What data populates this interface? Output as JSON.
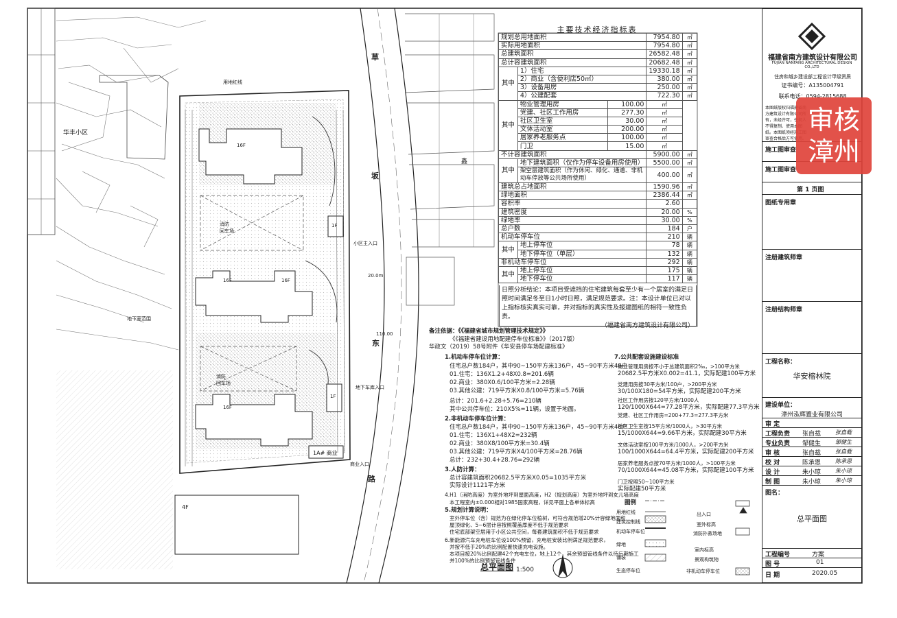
{
  "drawing": {
    "road_north": [
      "草",
      "坂"
    ],
    "road_south": [
      "东",
      "路"
    ],
    "neighbor_label": "华丰小区",
    "neighbor_north_label": "鑫",
    "site_labels": {
      "fire_yard_1": "消防\n回车场",
      "fire_yard_2": "消防\n回车场",
      "gate_north": "小区主入口",
      "gate_parking": "地下车库入口",
      "gate_shop": "商业入口",
      "underground_line": "地下室范围",
      "redline": "用地红线",
      "road_width_1": "20.0m",
      "road_width_2": "110.00",
      "building_4f": "4F",
      "tower_1": "16F",
      "tower_2": "16F",
      "tower_3": "16F",
      "tower_4": "16F",
      "block_1f": "1F",
      "block_1f2": "1F",
      "shop": "1A#  商业"
    }
  },
  "indicators": {
    "title": "主要技术经济指标表",
    "rows": [
      [
        "规划总用地面积",
        "7954.80",
        "㎡"
      ],
      [
        "实际用地面积",
        "7954.80",
        "㎡"
      ],
      [
        "总建筑面积",
        "26582.48",
        "㎡"
      ],
      [
        "总计容建筑面积",
        "20682.48",
        "㎡"
      ],
      [
        "1）住宅",
        "19330.18",
        "㎡"
      ],
      [
        "2）商业（含便利店50㎡）",
        "380.00",
        "㎡"
      ],
      [
        "3）设备用房",
        "250.00",
        "㎡"
      ],
      [
        "4）公建配套",
        "722.30",
        "㎡"
      ],
      [
        "物业管理用房",
        "100.00",
        "㎡"
      ],
      [
        "党建、社区工作用房",
        "277.30",
        "㎡"
      ],
      [
        "社区卫生室",
        "30.00",
        "㎡"
      ],
      [
        "文体活动室",
        "200.00",
        "㎡"
      ],
      [
        "居家养老服务点",
        "100.00",
        "㎡"
      ],
      [
        "门卫",
        "15.00",
        "㎡"
      ],
      [
        "不计容建筑面积",
        "5900.00",
        "㎡"
      ],
      [
        "地下建筑面积（仅作为停车设备用房使用）",
        "5500.00",
        "㎡"
      ],
      [
        "架空层建筑面积（作为休闲、绿化、通道、非机动车停放等公共场所使用）",
        "400.00",
        "㎡"
      ],
      [
        "建筑总占地面积",
        "1590.96",
        "㎡"
      ],
      [
        "绿地面积",
        "2386.44",
        "㎡"
      ],
      [
        "容积率",
        "2.60",
        ""
      ],
      [
        "建筑密度",
        "20.00",
        "%"
      ],
      [
        "绿地率",
        "30.00",
        "%"
      ],
      [
        "总户数",
        "184",
        "户"
      ],
      [
        "机动车停车位",
        "210",
        "辆"
      ],
      [
        "地上停车位",
        "78",
        "辆"
      ],
      [
        "地下停车位（单层）",
        "132",
        "辆"
      ],
      [
        "非机动车停车位",
        "292",
        "辆"
      ],
      [
        "地上停车位",
        "175",
        "辆"
      ],
      [
        "地下停车位",
        "117",
        "辆"
      ]
    ],
    "group_label_1": "其中",
    "group_label_2": "其中",
    "group_label_3": "其中",
    "group_label_4": "其中",
    "group_label_5": "其中",
    "note": "日照分析结论：本项目受遮挡的住宅建筑每套至少有一个居室的满足日照时间满足冬至日1小时日照，满足规范要求。注：本设计单位已对以上指标核实真实可靠，并对指标的真实性及报建图纸的相符一致性负责。",
    "note_sign": "（福建省南方建筑设计有限公司）"
  },
  "notes": {
    "head": "备注依据：《《福建省城市规划管理技术规定》》",
    "head2": "《《福建省建设用地配建停车位标准》》（2017版）",
    "head3": "华政文（2019）58号附件《华安县停车场配建标准》",
    "s1": "1.机动车停车位计算：",
    "s1a": "住宅总户数184户，其中90~150平方米136户，45~90平方米48户",
    "s1b": "01.住宅：136X1.2+48X0.8=201.6辆",
    "s1c": "02.商业：380X0.6/100平方米=2.28辆",
    "s1d": "03.其他公建：719平方米X0.8/100平方米=5.76辆",
    "s1e": "总计：201.6+2.28+5.76=210辆",
    "s1f": "其中公共停车位：210X5%=11辆，设置于地面。",
    "s2": "2.非机动车停车位计算：",
    "s2a": "住宅总户数184户，其中90~150平方米136户，45~90平方米48户",
    "s2b": "01.住宅：136X1+48X2=232辆",
    "s2c": "02.商业：380X8/100平方米=30.4辆",
    "s2d": "03.其他公建：719平方米X4/100平方米=28.76辆",
    "s2e": "总计：232+30.4+28.76=292辆",
    "s3": "3.人防计算：",
    "s3a": "总计容建筑面积20682.5平方米X0.05=1035平方米",
    "s3b": "实际设计1121平方米",
    "s4": "4.H1（消防高度）为室外地坪到屋面高度，H2（规划高度）为室外地坪到女儿墙高度",
    "s4a": "本工程室内±0.000相对1985国家高程，详见平面上各单体标高",
    "s5": "5.规划计算说明：",
    "s5a": "室外停车位（含）规范为在绿化停车位植树，可符合规范增20%计容绿地面积",
    "s5b": "屋顶绿化、5~6层计容按照覆盖厚度不低于规范要求",
    "s5c": "住宅底部架空层用于小区公共空间，每套建筑面积不低于规范要求",
    "s6": "6.新能源汽车充电桩车位设100%预留，充电桩安装比例满足规范要求，",
    "s6a": "并按不低于20%的比例配置快速充电设施。",
    "s6b": "本项目按20%比例配建42个充电车位，地上12个，其余预留管线条件以待后期施工",
    "s6c": "并100%的比例预留管线条件",
    "plan_title": "总平面图",
    "plan_scale": "1:500",
    "c7": "7.公共配套设施建设标准",
    "c7a": "物业管理用房按不小于总建筑面积2‰，>100平方米",
    "c7b": "20682.5平方米X0.002=41.1，实际配建100平方米",
    "c7c": "党建用房按30平方米/100户，>200平方米",
    "c7d": "30/100X180=54平方米，实际配建200平方米",
    "c7e": "社区工作用房按120平方米/1000人",
    "c7f": "120/1000X644=77.28平方米，实际配建77.3平方米",
    "c7g": "党建、社区工作用房=200+77.3=277.3平方米",
    "c7h": "社区卫生室按15平方米/1000人，>30平方米",
    "c7i": "15/1000X644=9.66平方米，实际配建30平方米",
    "c7j": "文体活动室按100平方米/1000人，>200平方米",
    "c7k": "100/1000X644=64.4平方米，实际配建200平方米",
    "c7l": "居家养老服务点按70平方米/1000人，>100平方米",
    "c7m": "70/1000X644=45.08平方米，实际配建100平方米",
    "c7n": "门卫按照50~100平方米",
    "c7o": "实际配建50平方米",
    "legend_title": "图例",
    "legend": [
      "用地红线",
      "建筑控制线",
      "机动车停车位",
      "绿地",
      "铺装",
      "生态停车位",
      "非机动车停车位",
      "出入口",
      "室外标高",
      "消防扑救场地",
      "室内标高",
      "景观构筑物"
    ]
  },
  "titleblock": {
    "company": "福建省南方建筑设计有限公司",
    "company_en": "FUJIAN NANFANG ARCHITECTURAL DESIGN CO.,LTD",
    "cert_label": "住房和城乡建设部工程设计甲级资质",
    "cert_no": "证书编号：A135004791",
    "phone": "联系电话：0594-2815688",
    "stamp": "审核 漳州",
    "notes_small": "本图纸版权归福建省南方建筑设计有限公司所有，未经许可，任何人不得复制、使用本图纸。本图纸须经施工图审查合格后方可使用。",
    "r1": "施工图审查",
    "r2": "施工图审查",
    "page": "第 1 页图",
    "section1": "图纸专用章",
    "section2": "注册建筑师章",
    "section3": "注册结构师章",
    "project_label": "工程名称：",
    "project": "华安榕林院",
    "client_label": "建设单位：",
    "client": "漳州泓辉置业有限公司",
    "staff": [
      {
        "role": "审    定",
        "name": "",
        "sig": ""
      },
      {
        "role": "工程负责",
        "name": "张自载",
        "sig": "张自载"
      },
      {
        "role": "专业负责",
        "name": "邹健生",
        "sig": "邹健生"
      },
      {
        "role": "审    核",
        "name": "张自载",
        "sig": "张自载"
      },
      {
        "role": "校    对",
        "name": "陈承恩",
        "sig": "陈承恩"
      },
      {
        "role": "设    计",
        "name": "朱小琼",
        "sig": "朱小琼"
      },
      {
        "role": "制    图",
        "name": "朱小琼",
        "sig": "朱小琼"
      }
    ],
    "drawing_name_label": "图名：",
    "drawing_name": "总平面图",
    "stage_label": "工程编号",
    "stage": "方案",
    "no_label": "图  号",
    "no": "01",
    "date_label": "日  期",
    "date": "2020.05"
  }
}
